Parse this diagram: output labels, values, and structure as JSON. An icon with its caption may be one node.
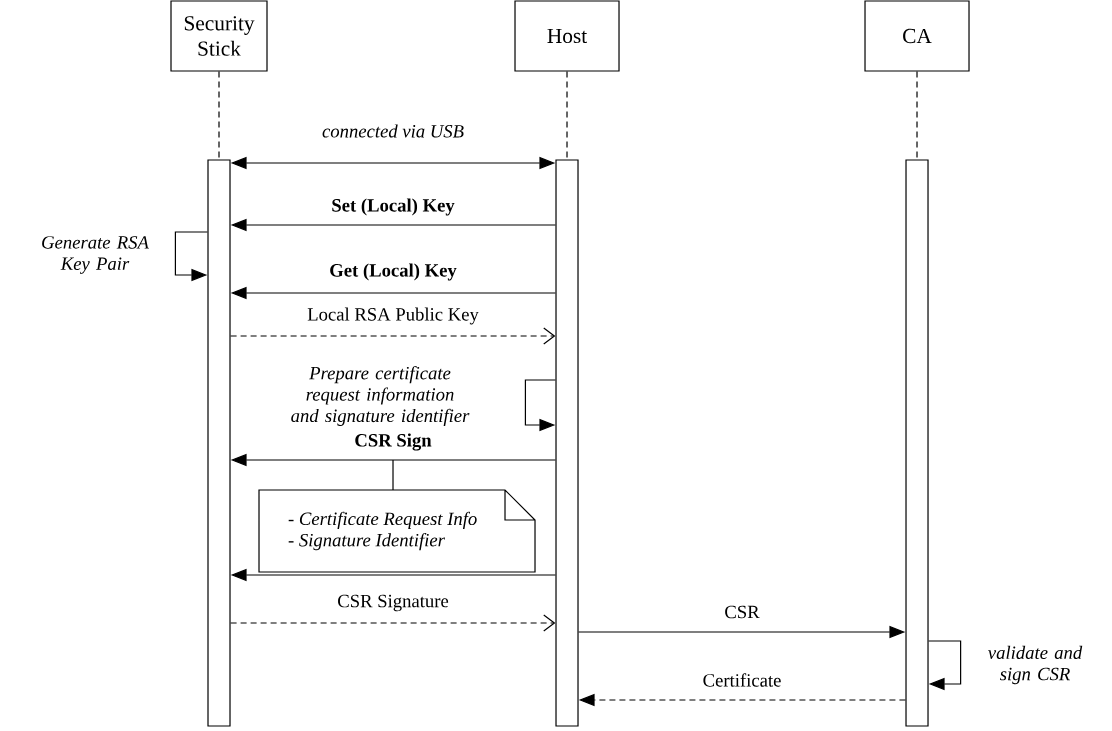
{
  "diagram": {
    "nodes": [
      {
        "text": [
          "Security Stick"
        ]
      },
      {
        "text": [
          "Host"
        ]
      },
      {
        "text": [
          "CA"
        ]
      },
      {
        "text": [],
        "shape": "bar"
      },
      {
        "text": [],
        "shape": "bar"
      },
      {
        "text": [],
        "shape": "bar"
      },
      {
        "text": [
          "- Certificate Request Info",
          "- Signature Identifier"
        ]
      }
    ],
    "edges": [
      {
        "from": 0,
        "to": 3,
        "arrow": "none",
        "style": "dashed"
      },
      {
        "from": 1,
        "to": 4,
        "arrow": "none",
        "style": "dashed"
      },
      {
        "from": 2,
        "to": 5,
        "arrow": "none",
        "style": "dashed"
      },
      {
        "from": 3,
        "to": 4,
        "arrow": "both",
        "label": "connected via USB"
      },
      {
        "from": 4,
        "to": 3,
        "arrow": "to",
        "label": "Set (Local) Key"
      },
      {
        "from": 3,
        "to": 3,
        "arrow": "to",
        "label": "Generate RSA Key Pair"
      },
      {
        "from": 4,
        "to": 3,
        "arrow": "to",
        "label": "Get (Local) Key"
      },
      {
        "from": 3,
        "to": 4,
        "arrow": "to",
        "label": "Local RSA Public Key",
        "style": "dashed"
      },
      {
        "from": 4,
        "to": 4,
        "arrow": "to",
        "label": "Prepare certificate request information and signature identifier"
      },
      {
        "from": 4,
        "to": 3,
        "arrow": "to",
        "label": "CSR Sign"
      },
      {
        "from": 6,
        "to": null,
        "arrow": "none"
      },
      {
        "from": 4,
        "to": 3,
        "arrow": "to"
      },
      {
        "from": 3,
        "to": 4,
        "arrow": "to",
        "label": "CSR Signature",
        "style": "dashed"
      },
      {
        "from": 4,
        "to": 5,
        "arrow": "to",
        "label": "CSR"
      },
      {
        "from": 5,
        "to": 5,
        "arrow": "to",
        "label": "validate and sign CSR"
      },
      {
        "from": 5,
        "to": 4,
        "arrow": "to",
        "label": "Certificate",
        "style": "dashed"
      }
    ]
  }
}
